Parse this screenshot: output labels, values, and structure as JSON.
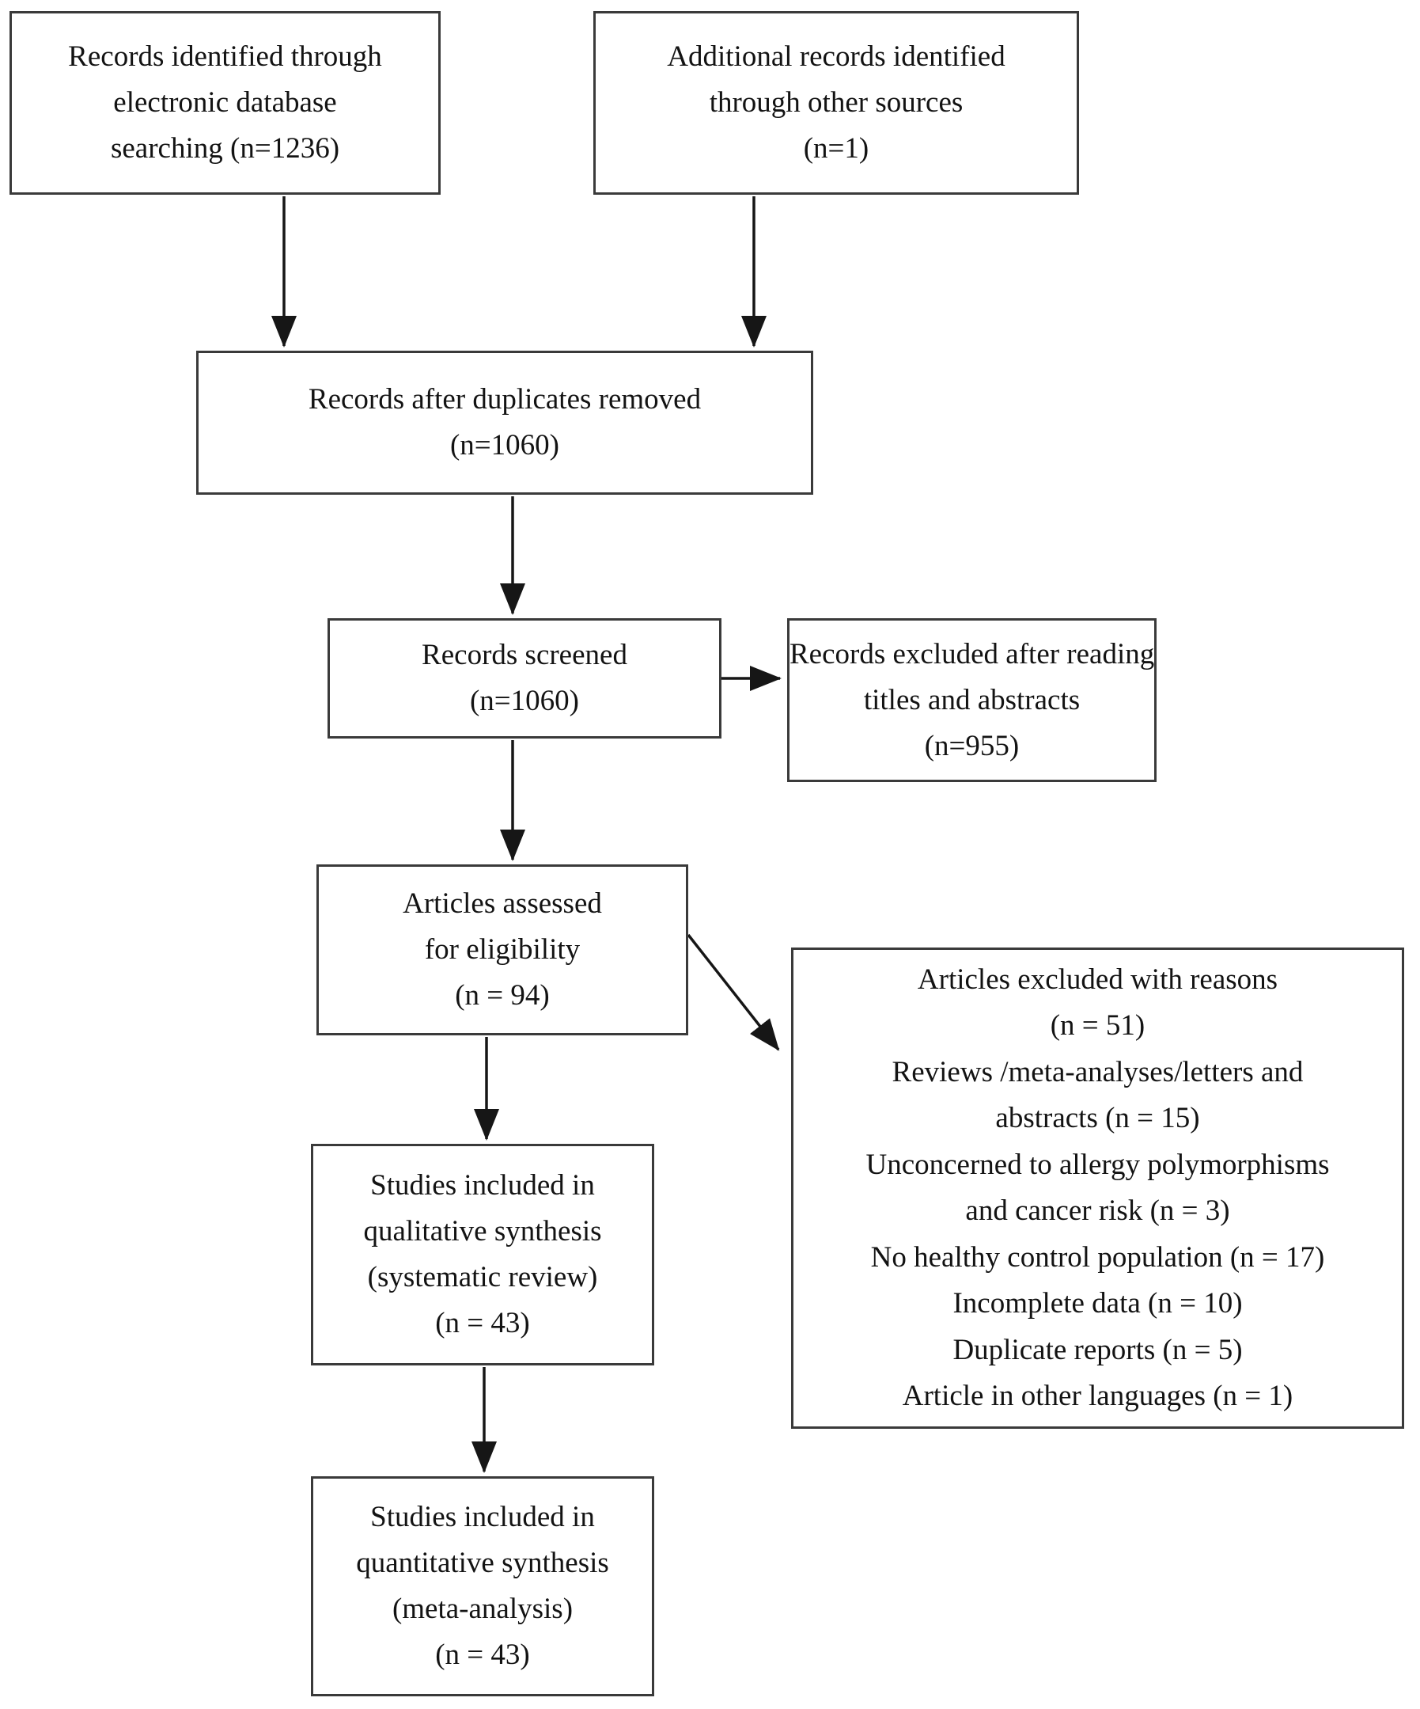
{
  "colors": {
    "background": "#ffffff",
    "box_border": "#3a3a3a",
    "text": "#131313",
    "arrow": "#161616"
  },
  "boxes": {
    "identified": {
      "lines": [
        "Records identified through",
        "electronic database",
        "searching (n=1236)"
      ]
    },
    "additional": {
      "lines": [
        "Additional records identified",
        "through other sources",
        "(n=1)"
      ]
    },
    "duplicates_removed": {
      "lines": [
        "Records after duplicates removed",
        "(n=1060)"
      ]
    },
    "screened": {
      "lines": [
        "Records screened",
        "(n=1060)"
      ]
    },
    "excluded_screening": {
      "lines": [
        "Records excluded after reading",
        "titles and abstracts",
        "(n=955)"
      ]
    },
    "assessed": {
      "lines": [
        "Articles assessed",
        "for eligibility",
        "(n = 94)"
      ]
    },
    "excluded_eligibility": {
      "lines": [
        "Articles excluded with reasons",
        "(n = 51)",
        "Reviews /meta-analyses/letters and",
        "abstracts (n = 15)",
        "Unconcerned to allergy polymorphisms",
        "and cancer risk (n = 3)",
        "No healthy control population (n = 17)",
        "Incomplete data (n = 10)",
        "Duplicate reports (n = 5)",
        "Article in other languages (n = 1)"
      ]
    },
    "qualitative": {
      "lines": [
        "Studies included in",
        "qualitative synthesis",
        "(systematic review)",
        "(n = 43)"
      ]
    },
    "quantitative": {
      "lines": [
        "Studies included in",
        "quantitative synthesis",
        "(meta-analysis)",
        "(n = 43)"
      ]
    }
  }
}
